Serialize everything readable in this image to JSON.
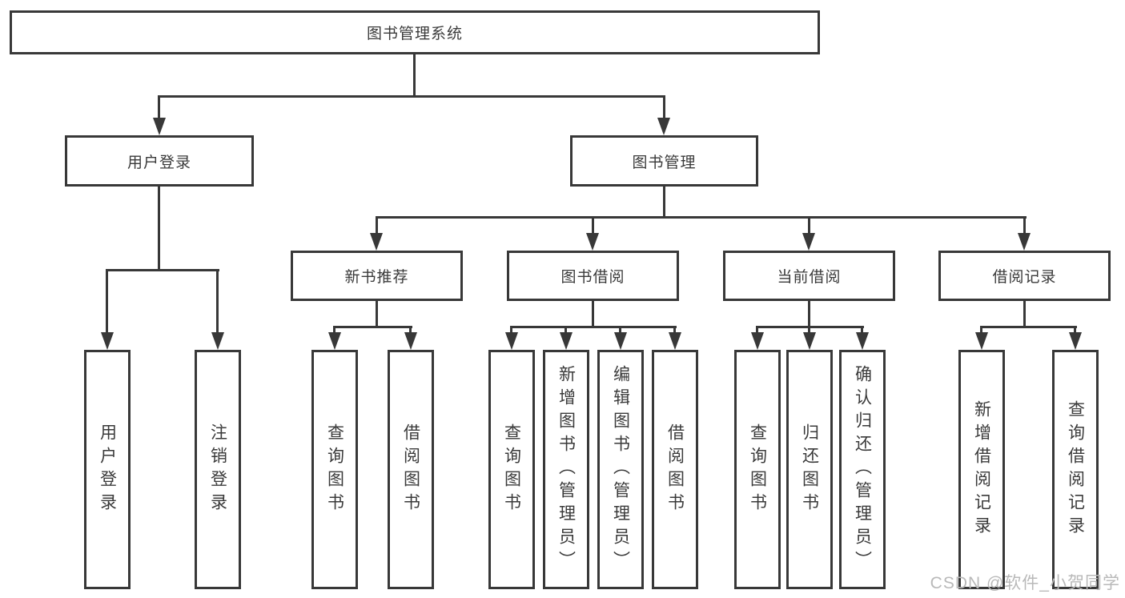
{
  "root": {
    "label": "图书管理系统"
  },
  "level2": {
    "user_login": {
      "label": "用户登录",
      "children": {
        "login": "用户登录",
        "logout": "注销登录"
      }
    },
    "book_mgmt": {
      "label": "图书管理"
    }
  },
  "level3": {
    "new_book_rec": {
      "label": "新书推荐",
      "children": {
        "query": "查询图书",
        "borrow": "借阅图书"
      }
    },
    "book_borrow": {
      "label": "图书借阅",
      "children": {
        "query": "查询图书",
        "add": "新增图书（管理员）",
        "edit": "编辑图书（管理员）",
        "borrow": "借阅图书"
      }
    },
    "current_borrow": {
      "label": "当前借阅",
      "children": {
        "query": "查询图书",
        "return": "归还图书",
        "confirm": "确认归还（管理员）"
      }
    },
    "borrow_record": {
      "label": "借阅记录",
      "children": {
        "add": "新增借阅记录",
        "query": "查询借阅记录"
      }
    }
  },
  "watermark": "CSDN @软件_小贺同学",
  "colors": {
    "line": "#383838",
    "text": "#3a3a3a",
    "background": "#ffffff",
    "watermark": "#b9b9b9"
  }
}
